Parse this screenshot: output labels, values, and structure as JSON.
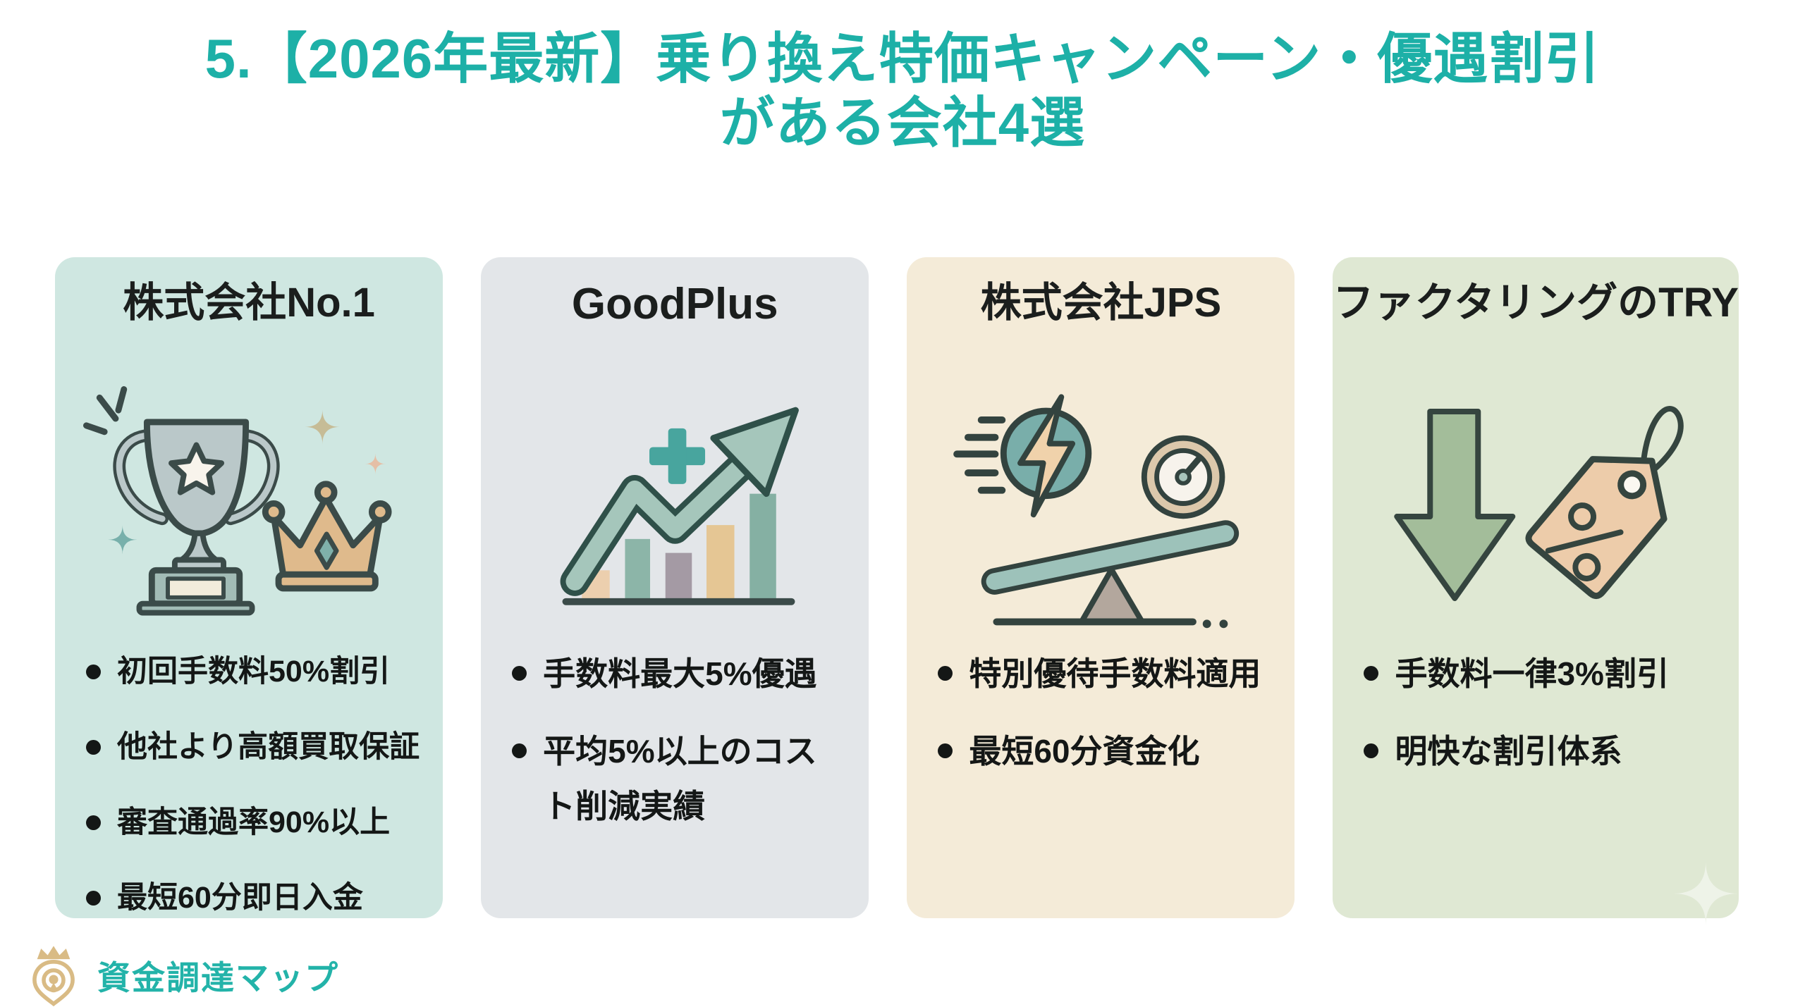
{
  "page": {
    "background": "#ffffff"
  },
  "title": {
    "line1": "5.【2026年最新】乗り換え特価キャンペーン・優遇割引",
    "line2": "がある会社4選",
    "color": "#1db0a7"
  },
  "cards": [
    {
      "name": "株式会社No.1",
      "icon": "trophy-crown-icon",
      "bg": "#cfe7e1",
      "bullets": [
        "初回手数料50%割引",
        "他社より高額買取保証",
        "審査通過率90%以上",
        "最短60分即日入金"
      ]
    },
    {
      "name": "GoodPlus",
      "icon": "growth-chart-arrow-icon",
      "bg": "#e3e6e9",
      "bullets": [
        "手数料最大5%優遇",
        "平均5%以上のコスト削減実績"
      ]
    },
    {
      "name": "株式会社JPS",
      "icon": "speed-gauge-seesaw-icon",
      "bg": "#f4ebd8",
      "bullets": [
        "特別優待手数料適用",
        "最短60分資金化"
      ]
    },
    {
      "name": "ファクタリングのTRY",
      "icon": "discount-arrow-price-tag-icon",
      "bg": "#dfe8d3",
      "bullets": [
        "手数料一律3%割引",
        "明快な割引体系"
      ]
    }
  ],
  "footer": {
    "brand": "資金調達マップ",
    "text_color": "#23b3a9",
    "logo": "crown-map-pin-icon",
    "logo_color": "#d9bb85"
  }
}
